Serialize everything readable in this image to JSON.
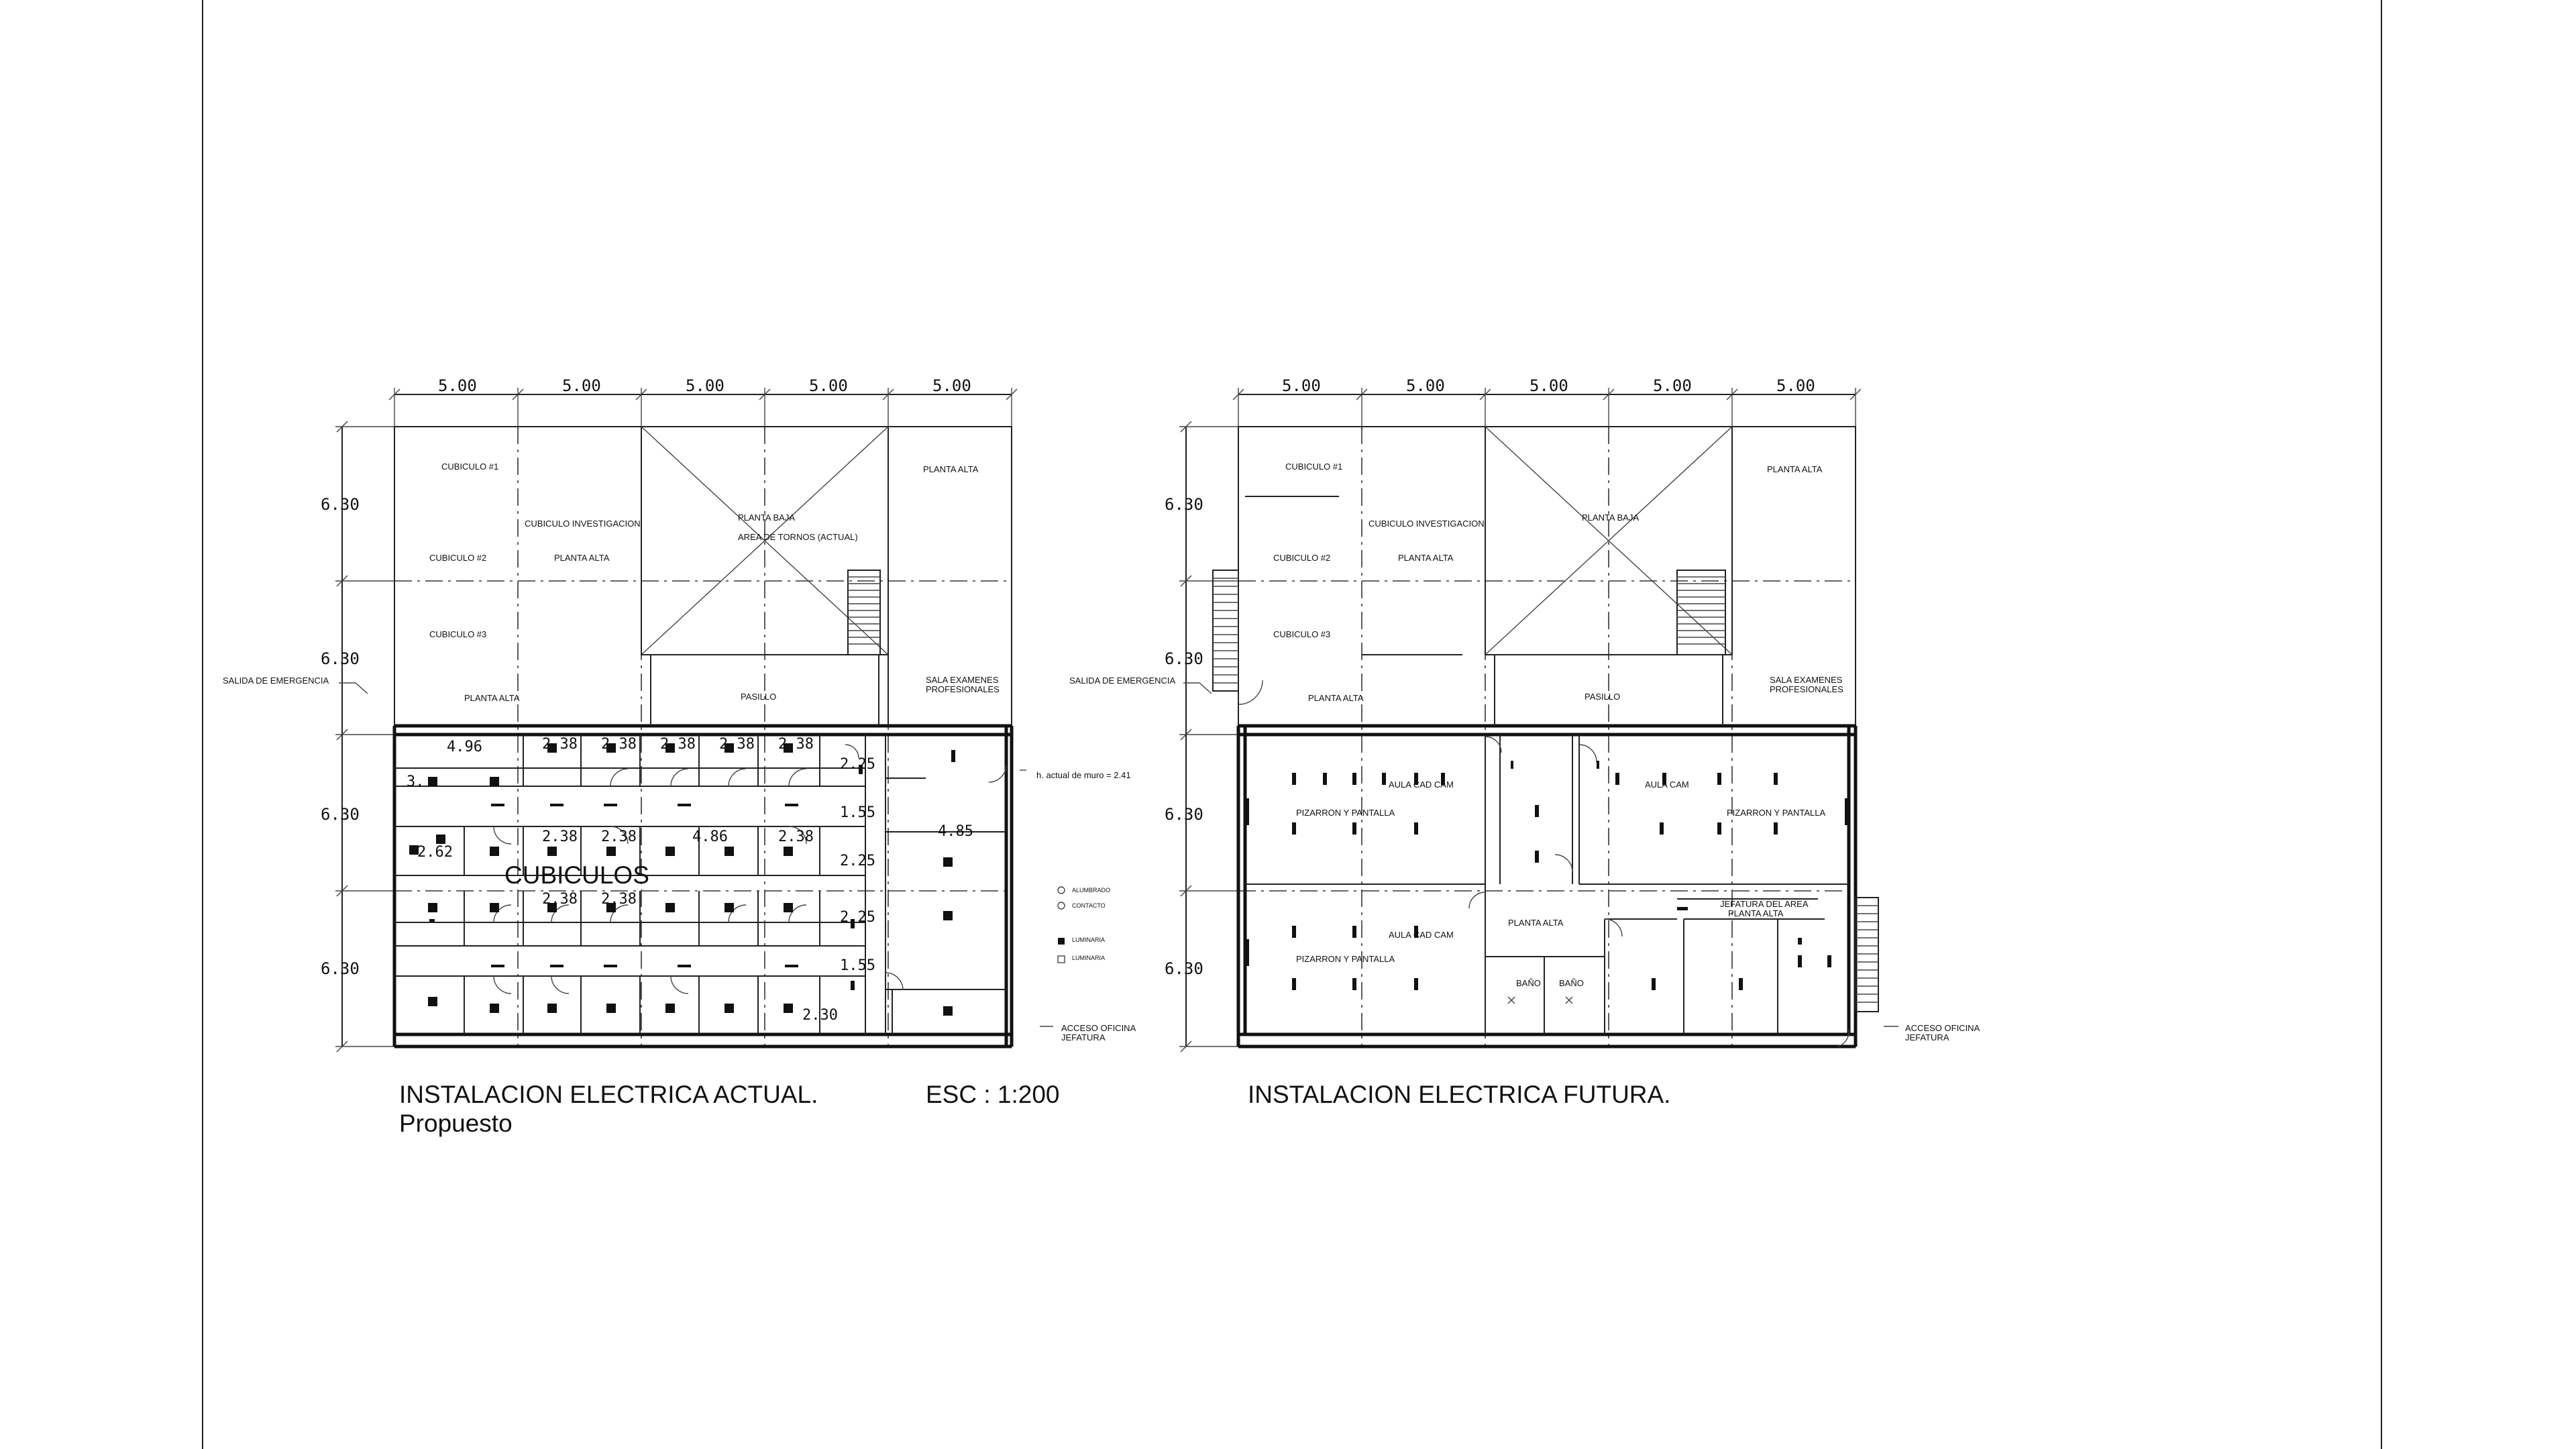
{
  "sheet": {
    "plan_actual": {
      "title": "INSTALACION ELECTRICA ACTUAL.",
      "scale": "ESC : 1:200",
      "subtitle": "Propuesto",
      "top_dims": [
        "5.00",
        "5.00",
        "5.00",
        "5.00",
        "5.00"
      ],
      "left_dims": [
        "6.30",
        "6.30",
        "6.30",
        "6.30"
      ],
      "rooms": {
        "cubiculo_1": "CUBICULO #1",
        "cubiculo_2": "CUBICULO #2",
        "cubiculo_3": "CUBICULO #3",
        "cubiculo_investigacion": "CUBICULO INVESTIGACION",
        "planta_alta_1": "PLANTA ALTA",
        "planta_alta_2": "PLANTA ALTA",
        "planta_alta_3": "PLANTA ALTA",
        "planta_baja": "PLANTA BAJA",
        "area_tornos": "AREA DE TORNOS (ACTUAL)",
        "pasillo": "PASILLO",
        "sala_examenes_1": "SALA EXAMENES",
        "sala_examenes_2": "PROFESIONALES",
        "salida": "SALIDA DE EMERGENCIA",
        "cubiculos": "CUBICULOS",
        "muro_note": "h. actual de muro = 2.41",
        "acceso_1": "ACCESO OFICINA",
        "acceso_2": "JEFATURA"
      },
      "inner_dims": {
        "d496": "4.96",
        "d238_1": "2.38",
        "d238_2": "2.38",
        "d238_3": "2.38",
        "d238_4": "2.38",
        "d238_5": "2.38",
        "d238_6": "2.38",
        "d238_7": "2.38",
        "d238_8": "2.38",
        "d238_9": "2.38",
        "d238_10": "2.38",
        "d486": "4.86",
        "d3": "3.",
        "d262": "2.62",
        "d225_1": "2.25",
        "d225_2": "2.25",
        "d225_3": "2.25",
        "d155_1": "1.55",
        "d155_2": "1.55",
        "d485": "4.85",
        "d230": "2.30"
      },
      "legend": [
        "ALUMBRADO",
        "CONTACTO",
        "LUMINARIA",
        "LUMINARIA"
      ]
    },
    "plan_futura": {
      "title": "INSTALACION ELECTRICA FUTURA.",
      "top_dims": [
        "5.00",
        "5.00",
        "5.00",
        "5.00",
        "5.00"
      ],
      "left_dims": [
        "6.30",
        "6.30",
        "6.30",
        "6.30"
      ],
      "rooms": {
        "cubiculo_1": "CUBICULO #1",
        "cubiculo_2": "CUBICULO #2",
        "cubiculo_3": "CUBICULO #3",
        "cubiculo_investigacion": "CUBICULO INVESTIGACION",
        "planta_alta_1": "PLANTA ALTA",
        "planta_alta_2": "PLANTA ALTA",
        "planta_alta_3": "PLANTA ALTA",
        "planta_alta_4": "PLANTA ALTA",
        "planta_baja": "PLANTA BAJA",
        "pasillo": "PASILLO",
        "sala_examenes_1": "SALA EXAMENES",
        "sala_examenes_2": "PROFESIONALES",
        "salida": "SALIDA DE EMERGENCIA",
        "aula_cad_cam_1": "AULA CAD CAM",
        "aula_cam": "AULA CAM",
        "aula_cad_cam_2": "AULA CAD CAM",
        "pizarron_1": "PIZARRON Y PANTALLA",
        "pizarron_2": "PIZARRON Y PANTALLA",
        "pizarron_3": "PIZARRON Y PANTALLA",
        "jefatura_1": "JEFATURA DEL AREA",
        "jefatura_2": "PLANTA ALTA",
        "bano_1": "BAÑO",
        "bano_2": "BAÑO",
        "acceso_1": "ACCESO OFICINA",
        "acceso_2": "JEFATURA"
      }
    }
  }
}
